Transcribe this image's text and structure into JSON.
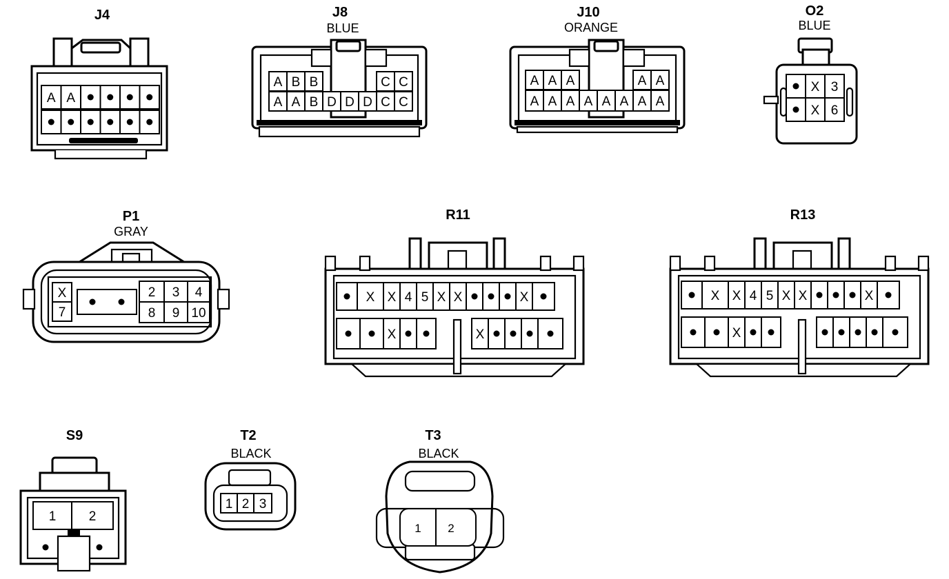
{
  "connectors": {
    "j4": {
      "name": "J4",
      "color": "",
      "row1": [
        "A",
        "A",
        "dot",
        "dot",
        "dot",
        "dot"
      ],
      "row2": [
        "dot",
        "dot",
        "dot",
        "dot",
        "dot",
        "dot"
      ]
    },
    "j8": {
      "name": "J8",
      "color": "BLUE",
      "row1": [
        "A",
        "B",
        "B",
        "",
        "",
        "",
        "C",
        "C"
      ],
      "row2": [
        "A",
        "A",
        "B",
        "D",
        "D",
        "D",
        "C",
        "C"
      ]
    },
    "j10": {
      "name": "J10",
      "color": "ORANGE",
      "row1": [
        "A",
        "A",
        "A",
        "",
        "",
        "",
        "A",
        "A"
      ],
      "row2": [
        "A",
        "A",
        "A",
        "A",
        "A",
        "A",
        "A",
        "A"
      ]
    },
    "o2": {
      "name": "O2",
      "color": "BLUE",
      "row1": [
        "dot",
        "X",
        "3"
      ],
      "row2": [
        "dot",
        "X",
        "6"
      ]
    },
    "p1": {
      "name": "P1",
      "color": "GRAY",
      "left": [
        "X",
        "7"
      ],
      "middle": [
        "dot",
        "dot"
      ],
      "right_row1": [
        "2",
        "3",
        "4"
      ],
      "right_row2": [
        "8",
        "9",
        "10"
      ]
    },
    "r11": {
      "name": "R11",
      "color": "",
      "row1": [
        "dot",
        "X",
        "X",
        "4",
        "5",
        "X",
        "X",
        "dot",
        "dot",
        "dot",
        "X",
        "dot"
      ],
      "row2": [
        "dot",
        "dot",
        "X",
        "dot",
        "dot",
        "X",
        "dot",
        "dot",
        "dot",
        "dot"
      ]
    },
    "r13": {
      "name": "R13",
      "color": "",
      "row1": [
        "dot",
        "X",
        "X",
        "4",
        "5",
        "X",
        "X",
        "dot",
        "dot",
        "dot",
        "X",
        "dot"
      ],
      "row2": [
        "dot",
        "dot",
        "X",
        "dot",
        "dot",
        "dot",
        "dot",
        "dot",
        "dot",
        "dot"
      ]
    },
    "s9": {
      "name": "S9",
      "color": "",
      "top": [
        "1",
        "2"
      ],
      "bottom": [
        "dot",
        "dot"
      ]
    },
    "t2": {
      "name": "T2",
      "color": "BLACK",
      "pins": [
        "1",
        "2",
        "3"
      ]
    },
    "t3": {
      "name": "T3",
      "color": "BLACK",
      "pins": [
        "1",
        "2"
      ]
    }
  }
}
